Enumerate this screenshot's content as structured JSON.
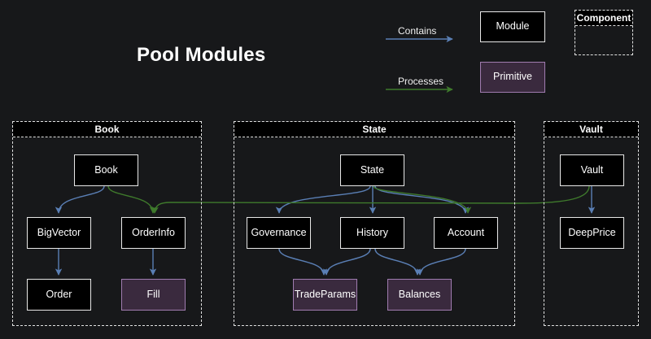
{
  "diagram": {
    "title": "Pool Modules",
    "background_color": "#17181a",
    "module_fill": "#000000",
    "module_border": "#e8e8e8",
    "primitive_fill": "#3a2a3e",
    "primitive_border": "#a07cb0",
    "contains_color": "#5a7fb5",
    "processes_color": "#3f7a2c"
  },
  "legend": {
    "contains_label": "Contains",
    "processes_label": "Processes",
    "module_label": "Module",
    "primitive_label": "Primitive",
    "component_label": "Component"
  },
  "components": [
    {
      "id": "book",
      "label": "Book"
    },
    {
      "id": "state",
      "label": "State"
    },
    {
      "id": "vault",
      "label": "Vault"
    }
  ],
  "nodes": {
    "book": {
      "label": "Book",
      "type": "module"
    },
    "bigvector": {
      "label": "BigVector",
      "type": "module"
    },
    "orderinfo": {
      "label": "OrderInfo",
      "type": "module"
    },
    "order": {
      "label": "Order",
      "type": "module"
    },
    "fill": {
      "label": "Fill",
      "type": "primitive"
    },
    "state": {
      "label": "State",
      "type": "module"
    },
    "governance": {
      "label": "Governance",
      "type": "module"
    },
    "history": {
      "label": "History",
      "type": "module"
    },
    "account": {
      "label": "Account",
      "type": "module"
    },
    "tradeparams": {
      "label": "TradeParams",
      "type": "primitive"
    },
    "balances": {
      "label": "Balances",
      "type": "primitive"
    },
    "vault": {
      "label": "Vault",
      "type": "module"
    },
    "deepprice": {
      "label": "DeepPrice",
      "type": "module"
    }
  },
  "edges": [
    {
      "from": "book",
      "to": "bigvector",
      "kind": "contains"
    },
    {
      "from": "book",
      "to": "orderinfo",
      "kind": "processes"
    },
    {
      "from": "bigvector",
      "to": "order",
      "kind": "contains"
    },
    {
      "from": "orderinfo",
      "to": "fill",
      "kind": "contains"
    },
    {
      "from": "state",
      "to": "governance",
      "kind": "contains"
    },
    {
      "from": "state",
      "to": "history",
      "kind": "contains"
    },
    {
      "from": "state",
      "to": "account",
      "kind": "contains"
    },
    {
      "from": "governance",
      "to": "tradeparams",
      "kind": "contains"
    },
    {
      "from": "history",
      "to": "tradeparams",
      "kind": "contains"
    },
    {
      "from": "history",
      "to": "balances",
      "kind": "contains"
    },
    {
      "from": "account",
      "to": "balances",
      "kind": "contains"
    },
    {
      "from": "vault",
      "to": "deepprice",
      "kind": "contains"
    },
    {
      "from": "vault",
      "to": "orderinfo",
      "kind": "processes"
    },
    {
      "from": "state",
      "to": "account",
      "kind": "processes"
    }
  ]
}
